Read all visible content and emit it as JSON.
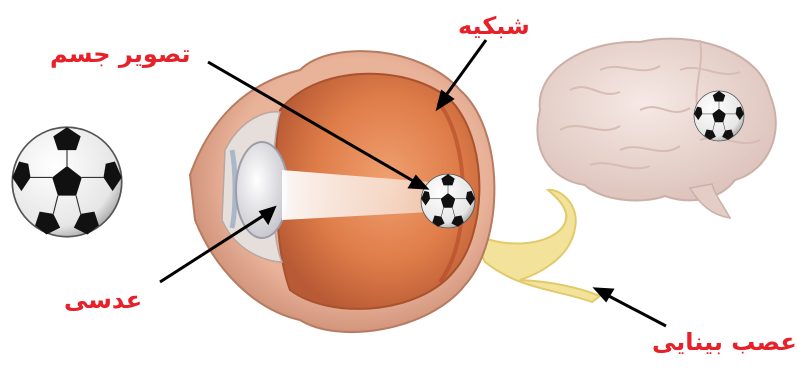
{
  "labels": {
    "retina": "شبکیه",
    "object_image": "تصویر جسم",
    "lens": "عدسی",
    "optic_nerve": "عصب بینایی"
  },
  "colors": {
    "label_text": "#e8202a",
    "arrow": "#000000",
    "eye_wall": "#c98a6a",
    "eye_inner": "#d97a4a",
    "brain": "#ead8d2",
    "nerve": "#f3e39a",
    "light_beam": "#f4ece6"
  },
  "icons": [
    "soccer-ball-icon",
    "eye-illustration",
    "brain-illustration",
    "optic-nerve-illustration"
  ]
}
